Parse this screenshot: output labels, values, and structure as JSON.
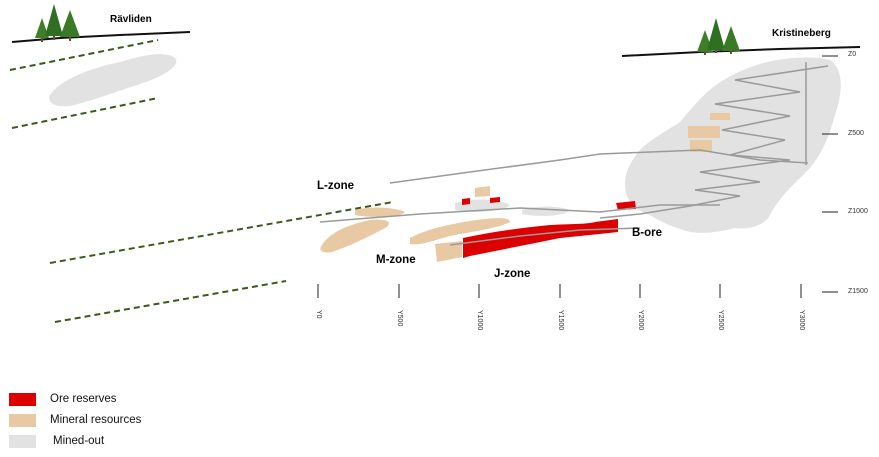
{
  "places": {
    "left_site": "Rävliden",
    "right_site": "Kristineberg"
  },
  "zones": {
    "l": "L-zone",
    "m": "M-zone",
    "j": "J-zone",
    "b": "B-ore"
  },
  "depth_ticks": [
    "Z0",
    "Z500",
    "Z1000",
    "Z1500"
  ],
  "distance_ticks": [
    "Y0",
    "Y500",
    "Y1000",
    "Y1500",
    "Y2000",
    "Y2500",
    "Y3000"
  ],
  "legend": [
    {
      "label": "Ore reserves",
      "color": "#dd0000"
    },
    {
      "label": "Mineral resources",
      "color": "#e8c9a3"
    },
    {
      "label": "Mined-out",
      "color": "#e2e2e2"
    }
  ],
  "colors": {
    "mined_out": "#e2e2e2",
    "resources": "#e8c9a3",
    "reserves": "#dd0000",
    "lens_line": "#3b5a1a",
    "tunnel": "#9a9a9a"
  },
  "icons": {
    "trees": "tree-icon"
  }
}
